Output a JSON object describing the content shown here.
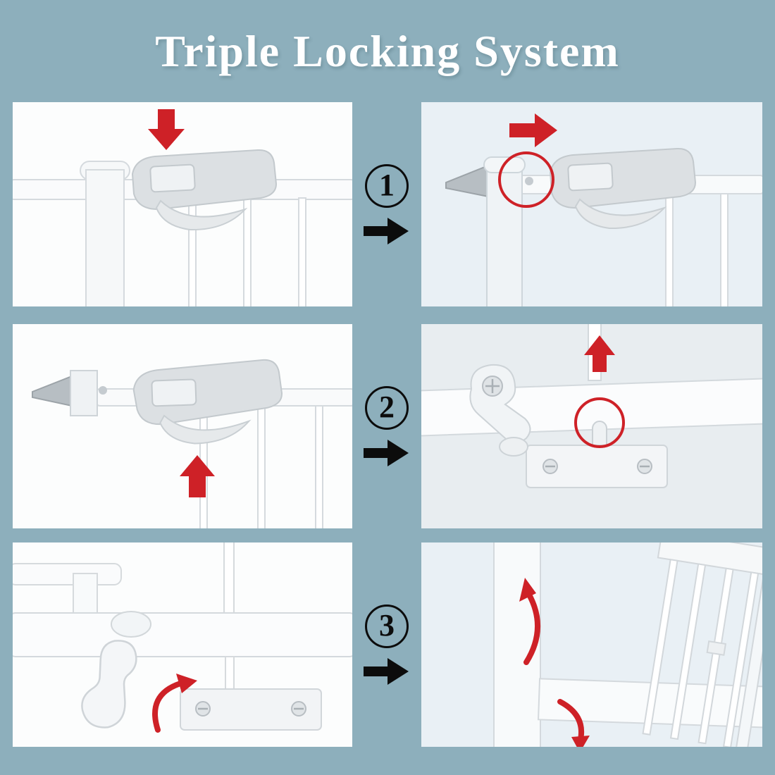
{
  "title": "Triple Locking System",
  "steps": [
    {
      "number": "1"
    },
    {
      "number": "2"
    },
    {
      "number": "3"
    }
  ],
  "colors": {
    "background": "#8DAFBC",
    "title_text": "#FFFFFF",
    "accent_red": "#CE2127",
    "arrow_black": "#0C0C0C",
    "panel_white": "#FCFDFD",
    "panel_tint": "#E9F0F5",
    "panel_gray": "#E8EDF0"
  }
}
